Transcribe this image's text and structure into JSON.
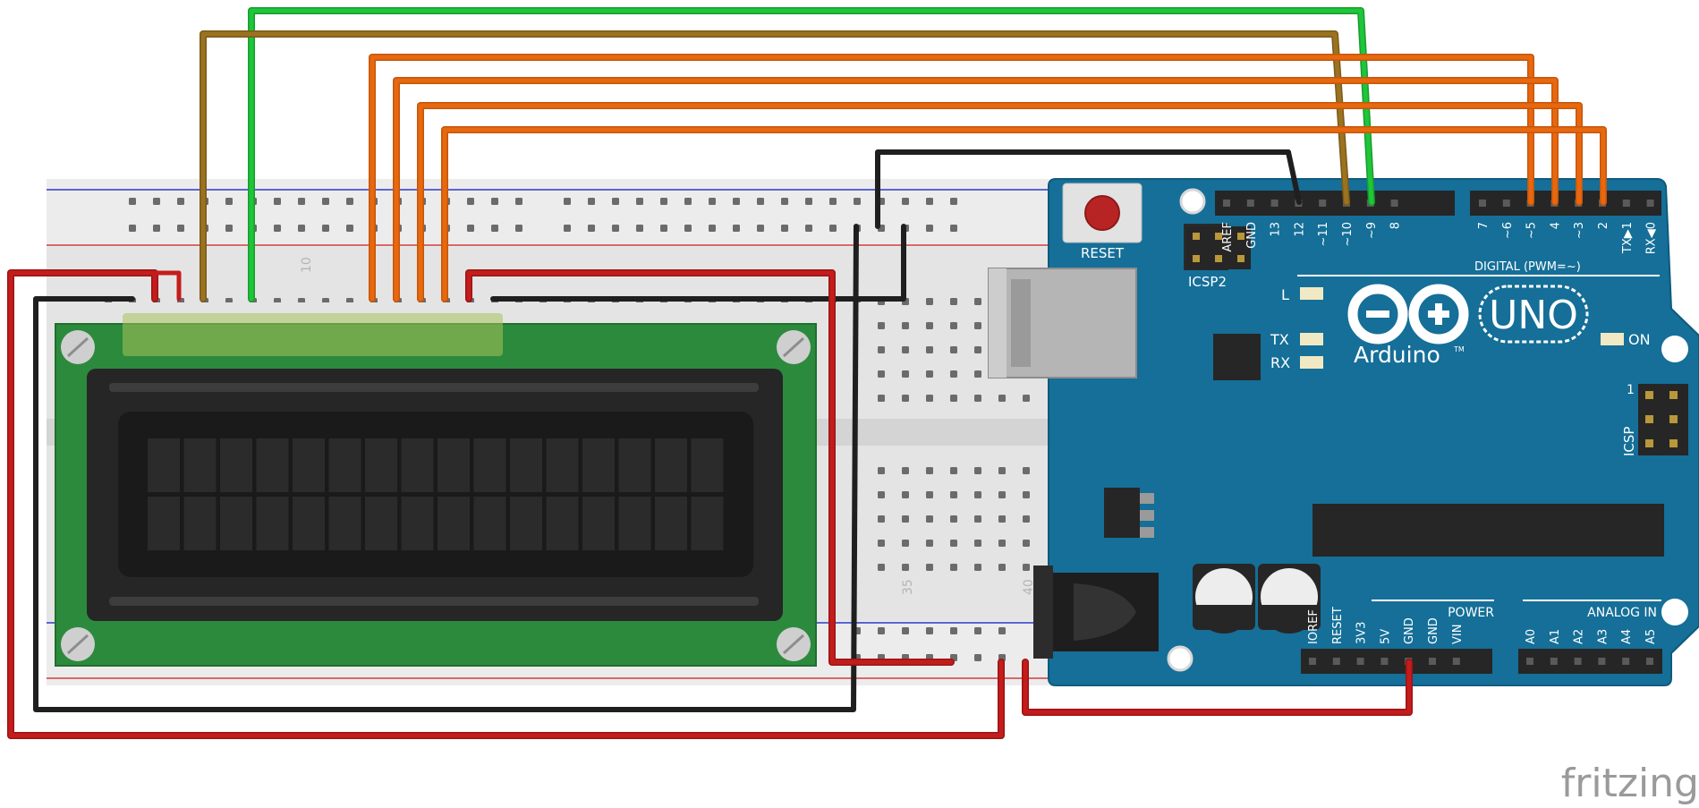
{
  "colors": {
    "board_blue": "#156f98",
    "board_edge": "#0f5a7c",
    "lcd_green": "#2c8a3d",
    "breadboard": "#e8e8e8",
    "wire_red": "#c41c1c",
    "wire_black": "#1f1f1f",
    "wire_green": "#1ec63a",
    "wire_brown": "#9b7320",
    "wire_orange": "#e8680f",
    "rail_red": "#d23c3c",
    "rail_blue": "#2a39c8"
  },
  "breadboard": {
    "column_numbers": [
      "10",
      "35",
      "40"
    ]
  },
  "arduino": {
    "reset_label": "RESET",
    "icsp2_label": "ICSP2",
    "icsp_label": "ICSP",
    "icsp_pin1": "1",
    "brand": "Arduino",
    "trademark": "TM",
    "model": "UNO",
    "on_label": "ON",
    "led_l": "L",
    "led_tx": "TX",
    "led_rx": "RX",
    "digital_header": "DIGITAL (PWM=~)",
    "power_header": "POWER",
    "analog_header": "ANALOG IN",
    "digital_pins_high": [
      "AREF",
      "GND",
      "13",
      "12",
      "~11",
      "~10",
      "~9",
      "8"
    ],
    "digital_pins_low": [
      "7",
      "~6",
      "~5",
      "4",
      "~3",
      "2",
      "TX▶1",
      "RX◀0"
    ],
    "power_pins": [
      "IOREF",
      "RESET",
      "3V3",
      "5V",
      "GND",
      "GND",
      "VIN"
    ],
    "analog_pins": [
      "A0",
      "A1",
      "A2",
      "A3",
      "A4",
      "A5"
    ]
  },
  "watermark": "fritzing"
}
